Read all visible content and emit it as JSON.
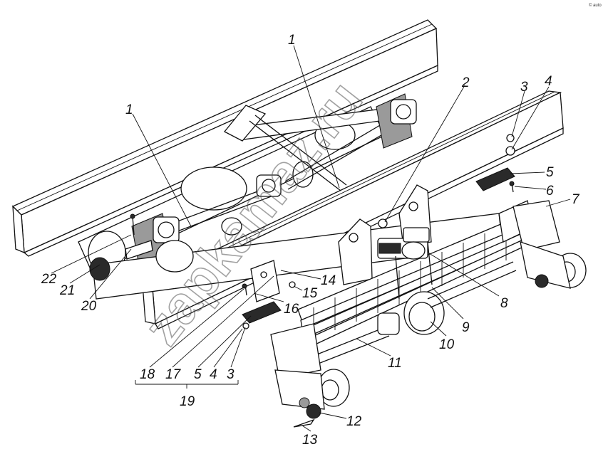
{
  "watermark": "zapkamaz.ru",
  "corner_mark": "© auto",
  "group_label": "19",
  "callouts": [
    {
      "id": "c1a",
      "label": "1"
    },
    {
      "id": "c1b",
      "label": "1"
    },
    {
      "id": "c2",
      "label": "2"
    },
    {
      "id": "c3a",
      "label": "3"
    },
    {
      "id": "c4a",
      "label": "4"
    },
    {
      "id": "c5a",
      "label": "5"
    },
    {
      "id": "c6",
      "label": "6"
    },
    {
      "id": "c7",
      "label": "7"
    },
    {
      "id": "c8",
      "label": "8"
    },
    {
      "id": "c9",
      "label": "9"
    },
    {
      "id": "c10",
      "label": "10"
    },
    {
      "id": "c11",
      "label": "11"
    },
    {
      "id": "c12",
      "label": "12"
    },
    {
      "id": "c13",
      "label": "13"
    },
    {
      "id": "c14",
      "label": "14"
    },
    {
      "id": "c15",
      "label": "15"
    },
    {
      "id": "c16",
      "label": "16"
    },
    {
      "id": "c17",
      "label": "17"
    },
    {
      "id": "c18",
      "label": "18"
    },
    {
      "id": "c5b",
      "label": "5"
    },
    {
      "id": "c4b",
      "label": "4"
    },
    {
      "id": "c3b",
      "label": "3"
    },
    {
      "id": "c20",
      "label": "20"
    },
    {
      "id": "c21",
      "label": "21"
    },
    {
      "id": "c22",
      "label": "22"
    }
  ]
}
